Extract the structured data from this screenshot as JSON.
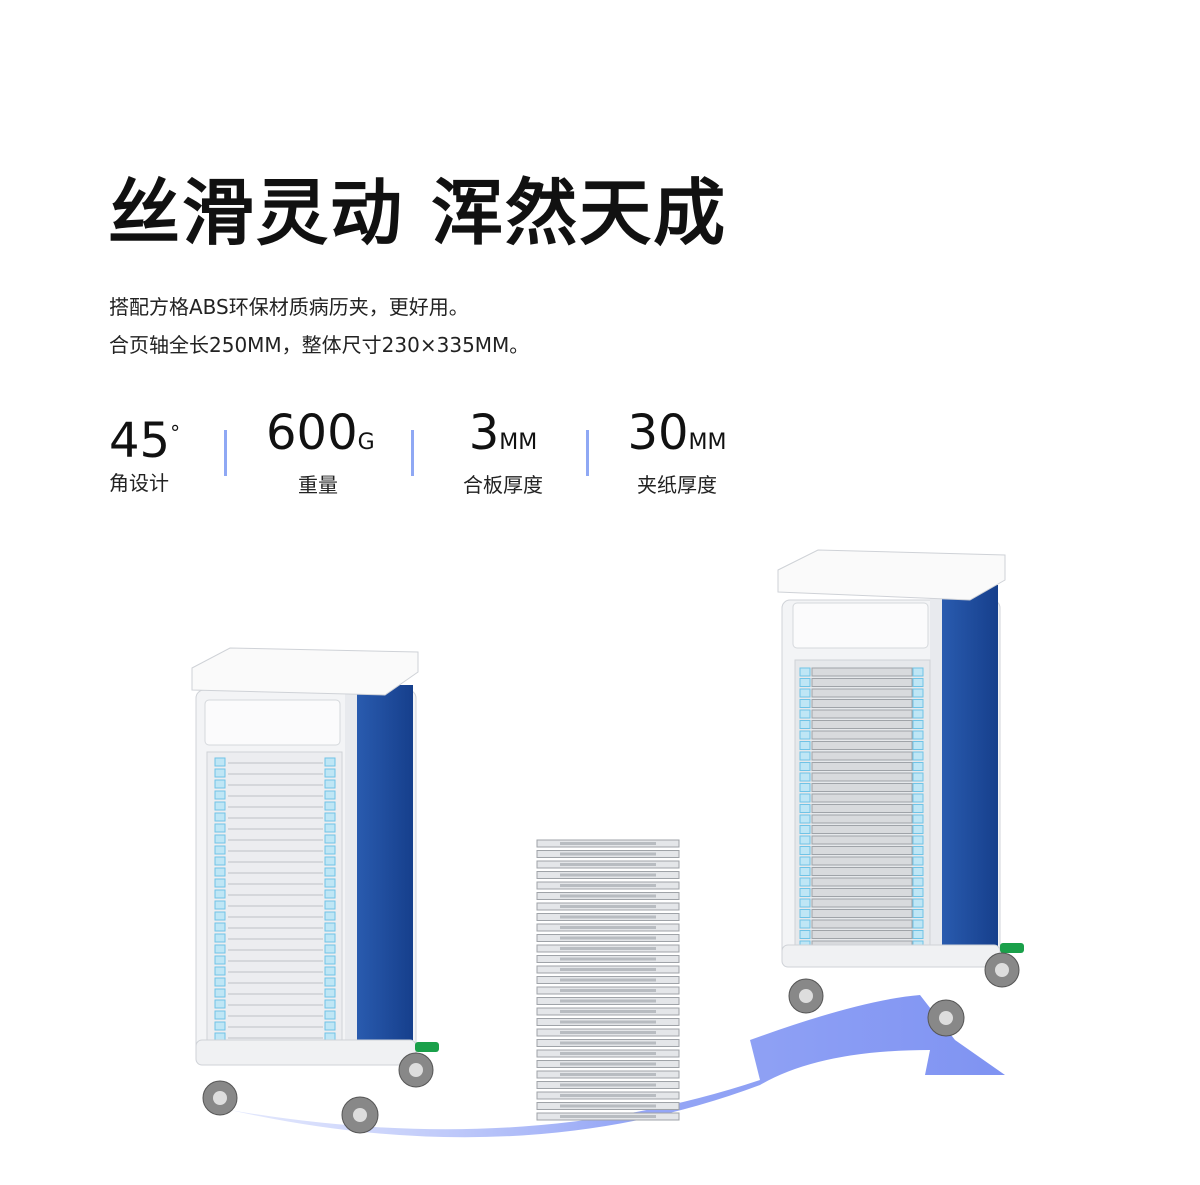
{
  "headline": "丝滑灵动 浑然天成",
  "description": [
    "搭配方格ABS环保材质病历夹，更好用。",
    "合页轴全长250MM，整体尺寸230×335MM。"
  ],
  "stats": [
    {
      "value": "45",
      "unit": "°",
      "label": "角设计"
    },
    {
      "value": "600",
      "unit": "G",
      "label": "重量"
    },
    {
      "value": "3",
      "unit": "MM",
      "label": "合板厚度"
    },
    {
      "value": "30",
      "unit": "MM",
      "label": "夹纸厚度"
    }
  ],
  "colors": {
    "panel_blue": "#1e4fa0",
    "arrow_blue": "#8fa0f4",
    "accent_green": "#1aa04a"
  }
}
